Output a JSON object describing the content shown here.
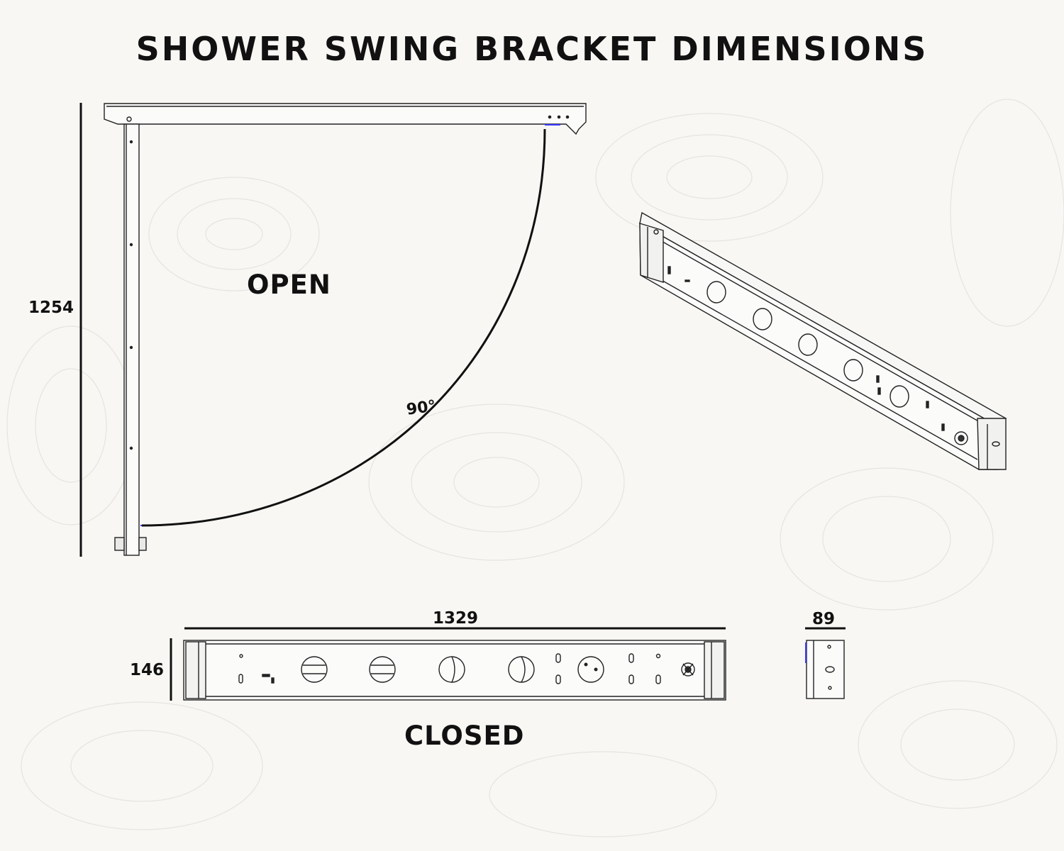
{
  "title": "SHOWER SWING BRACKET DIMENSIONS",
  "views": {
    "open_label": "OPEN",
    "closed_label": "CLOSED"
  },
  "dimensions": {
    "height": "1254",
    "swing_angle": "90°",
    "length": "1329",
    "depth": "146",
    "width": "89"
  },
  "colors": {
    "background": "#f8f7f4",
    "line": "#111111",
    "accent": "#3b3bff"
  }
}
